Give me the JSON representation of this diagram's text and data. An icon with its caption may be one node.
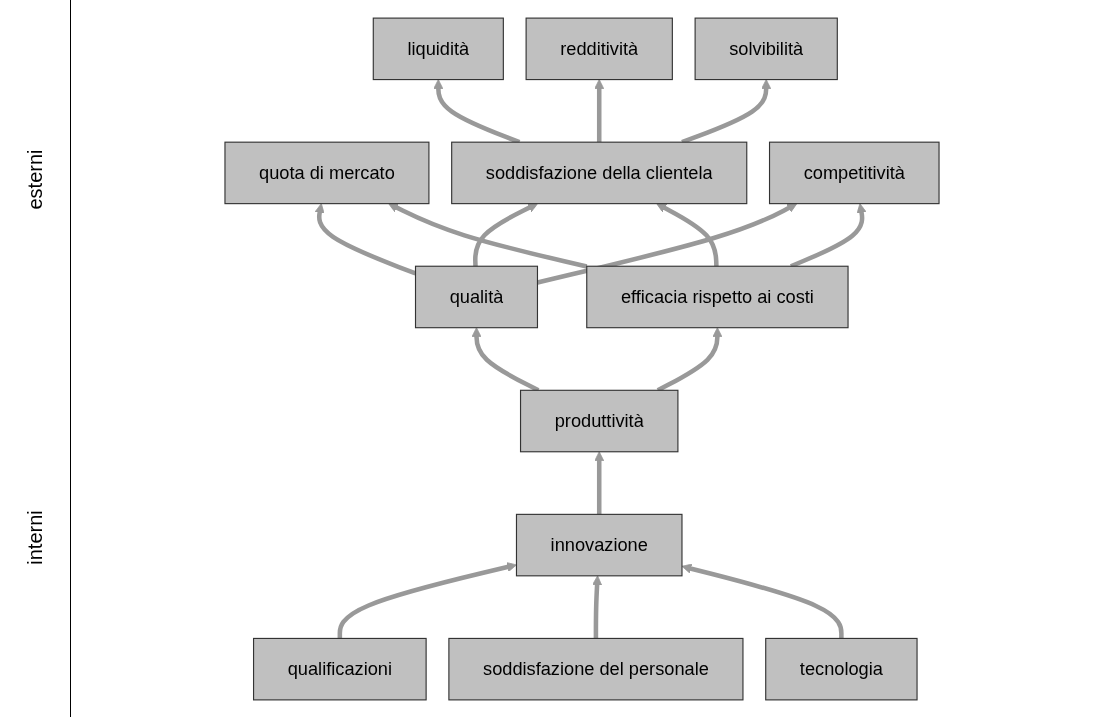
{
  "diagram": {
    "nodes": [
      {
        "text": [
          "liquidità"
        ]
      },
      {
        "text": [
          "redditività"
        ]
      },
      {
        "text": [
          "solvibilità"
        ]
      },
      {
        "text": [
          "quota di mercato"
        ]
      },
      {
        "text": [
          "soddisfazione della clientela"
        ]
      },
      {
        "text": [
          "competitività"
        ]
      },
      {
        "text": [
          "qualità"
        ]
      },
      {
        "text": [
          "efficacia rispetto ai costi"
        ]
      },
      {
        "text": [
          "produttività"
        ]
      },
      {
        "text": [
          "innovazione"
        ]
      },
      {
        "text": [
          "qualificazioni"
        ]
      },
      {
        "text": [
          "soddisfazione del personale"
        ]
      },
      {
        "text": [
          "tecnologia"
        ]
      }
    ],
    "edges": [
      {
        "from": 4,
        "to": 0,
        "arrow": "to"
      },
      {
        "from": 4,
        "to": 1,
        "arrow": "to"
      },
      {
        "from": 4,
        "to": 2,
        "arrow": "to"
      },
      {
        "from": 6,
        "to": 3,
        "arrow": "to"
      },
      {
        "from": 6,
        "to": 4,
        "arrow": "to"
      },
      {
        "from": 6,
        "to": 5,
        "arrow": "to"
      },
      {
        "from": 7,
        "to": 3,
        "arrow": "to"
      },
      {
        "from": 7,
        "to": 4,
        "arrow": "to"
      },
      {
        "from": 7,
        "to": 5,
        "arrow": "to"
      },
      {
        "from": 8,
        "to": 6,
        "arrow": "to"
      },
      {
        "from": 8,
        "to": 7,
        "arrow": "to"
      },
      {
        "from": 9,
        "to": 8,
        "arrow": "to"
      },
      {
        "from": 10,
        "to": 9,
        "arrow": "to"
      },
      {
        "from": 11,
        "to": 9,
        "arrow": "to"
      },
      {
        "from": 12,
        "to": 9,
        "arrow": "to"
      }
    ],
    "labels": [
      "esterni",
      "interni"
    ]
  }
}
